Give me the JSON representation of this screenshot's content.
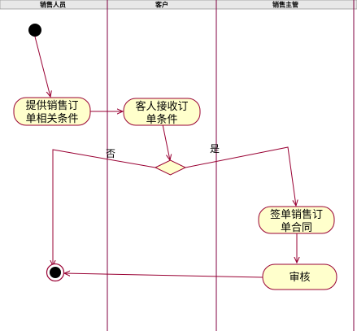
{
  "swimlanes": [
    {
      "id": "sales",
      "title": "销售人员"
    },
    {
      "id": "customer",
      "title": "客户"
    },
    {
      "id": "manager",
      "title": "销售主管"
    }
  ],
  "nodes": {
    "provide": {
      "lines": [
        "提供销售订",
        "单相关条件"
      ]
    },
    "receive": {
      "lines": [
        "客人接收订",
        "单条件"
      ]
    },
    "sign": {
      "lines": [
        "签单销售订",
        "单合同"
      ]
    },
    "review": {
      "lines": [
        "审核"
      ]
    }
  },
  "guards": {
    "no": "否",
    "yes": "是"
  },
  "colors": {
    "node_fill": "#ffffcc",
    "line": "#990033",
    "lane_line": "#800040",
    "header_bg": "#e8e8e8"
  }
}
